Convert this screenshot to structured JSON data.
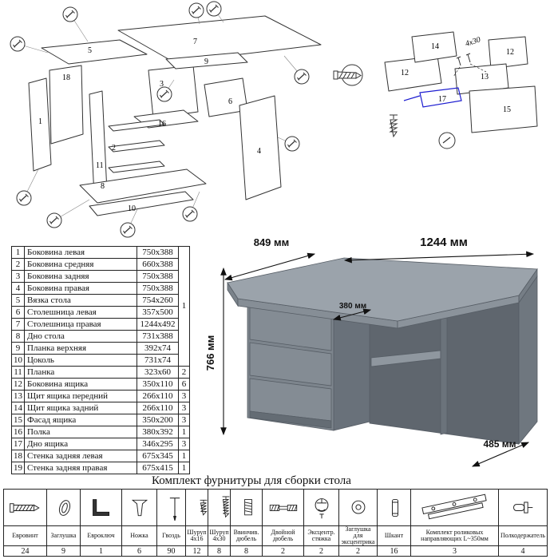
{
  "parts_table": {
    "merged_qty": "1",
    "rows": [
      {
        "num": "1",
        "name": "Боковина левая",
        "size": "750x388",
        "qty": "1"
      },
      {
        "num": "2",
        "name": "Боковина средняя",
        "size": "660x388",
        "qty": "1"
      },
      {
        "num": "3",
        "name": "Боковина задняя",
        "size": "750x388",
        "qty": "1"
      },
      {
        "num": "4",
        "name": "Боковина правая",
        "size": "750x388",
        "qty": "1"
      },
      {
        "num": "5",
        "name": "Вязка стола",
        "size": "754x260",
        "qty": "1"
      },
      {
        "num": "6",
        "name": "Столешница левая",
        "size": "357x500",
        "qty": "1"
      },
      {
        "num": "7",
        "name": "Столешница правая",
        "size": "1244x492",
        "qty": "1"
      },
      {
        "num": "8",
        "name": "Дно стола",
        "size": "731x388",
        "qty": "1"
      },
      {
        "num": "9",
        "name": "Планка верхняя",
        "size": "392x74",
        "qty": "1"
      },
      {
        "num": "10",
        "name": "Цоколь",
        "size": "731x74",
        "qty": "1"
      },
      {
        "num": "11",
        "name": "Планка",
        "size": "323x60",
        "qty": "2"
      },
      {
        "num": "12",
        "name": "Боковина ящика",
        "size": "350x110",
        "qty": "6"
      },
      {
        "num": "13",
        "name": "Щит ящика передний",
        "size": "266x110",
        "qty": "3"
      },
      {
        "num": "14",
        "name": "Щит ящика задний",
        "size": "266x110",
        "qty": "3"
      },
      {
        "num": "15",
        "name": "Фасад ящика",
        "size": "350x200",
        "qty": "3"
      },
      {
        "num": "16",
        "name": "Полка",
        "size": "380x392",
        "qty": "1"
      },
      {
        "num": "17",
        "name": "Дно ящика",
        "size": "346x295",
        "qty": "3"
      },
      {
        "num": "18",
        "name": "Стенка задняя левая",
        "size": "675x345",
        "qty": "1"
      },
      {
        "num": "19",
        "name": "Стенка задняя правая",
        "size": "675x415",
        "qty": "1"
      }
    ]
  },
  "hardware": {
    "title": "Комплект фурнитуры для сборки стола",
    "items": [
      {
        "name": "Евровинт",
        "qty": "24",
        "icon": "confirmat-screw-icon"
      },
      {
        "name": "Заглушка",
        "qty": "9",
        "icon": "cap-icon"
      },
      {
        "name": "Евроключ",
        "qty": "1",
        "icon": "hex-key-icon"
      },
      {
        "name": "Ножка",
        "qty": "6",
        "icon": "leg-icon"
      },
      {
        "name": "Гвоздь",
        "qty": "90",
        "icon": "nail-icon"
      },
      {
        "name": "Шуруп 4x16",
        "qty": "12",
        "icon": "screw-short-icon"
      },
      {
        "name": "Шуруп 4x30",
        "qty": "8",
        "icon": "screw-long-icon"
      },
      {
        "name": "Ввинчив. дюбель",
        "qty": "8",
        "icon": "threaded-insert-icon"
      },
      {
        "name": "Двойной дюбель",
        "qty": "2",
        "icon": "double-dowel-icon"
      },
      {
        "name": "Эксцентр. стяжка",
        "qty": "2",
        "icon": "cam-lock-icon"
      },
      {
        "name": "Заглушка для эксцентрика",
        "qty": "2",
        "icon": "cam-cap-icon"
      },
      {
        "name": "Шкант",
        "qty": "16",
        "icon": "wood-dowel-icon"
      },
      {
        "name": "Комплект роликовых направляющих L~350мм",
        "qty": "3",
        "icon": "drawer-slide-icon"
      },
      {
        "name": "Полкодержатель",
        "qty": "4",
        "icon": "shelf-pin-icon"
      }
    ]
  },
  "exploded": {
    "labels": [
      "5",
      "7",
      "18",
      "1",
      "2",
      "16",
      "3",
      "9",
      "6",
      "4",
      "8",
      "10",
      "11"
    ]
  },
  "drawer_detail": {
    "labels": [
      "12",
      "14",
      "12",
      "13",
      "17",
      "15"
    ],
    "screw_label": "4x30",
    "accent_color": "#1b1bd0"
  },
  "desk": {
    "color": "#7e868e",
    "dims": {
      "w_left": "849 мм",
      "w_right": "1244 мм",
      "height": "766 мм",
      "depth_inner": "380 мм",
      "depth_right": "485 мм"
    }
  }
}
